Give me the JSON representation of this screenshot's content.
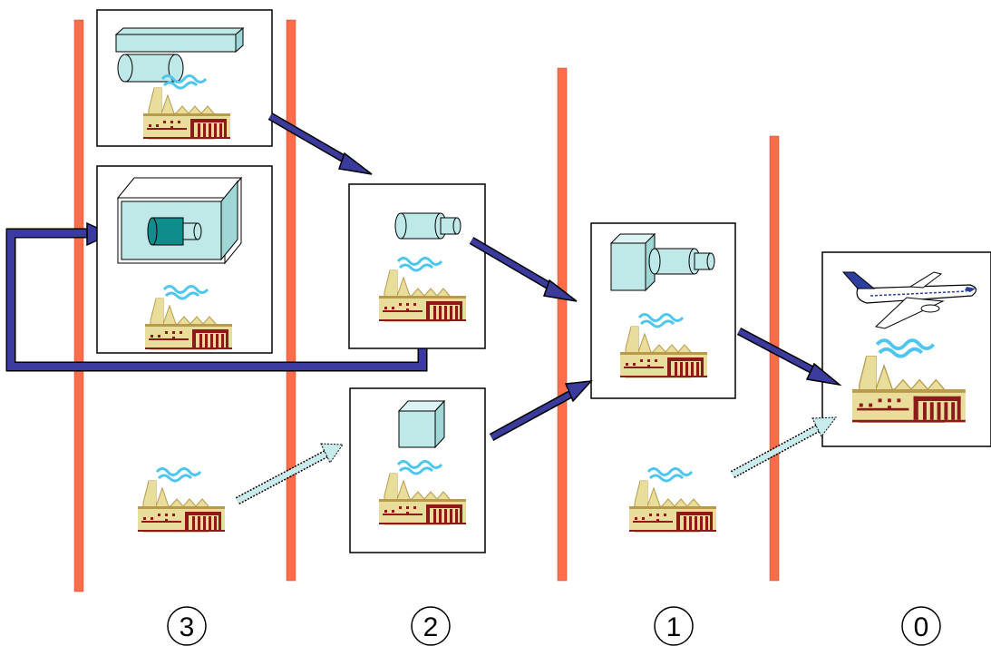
{
  "diagram": {
    "tiers": [
      {
        "id": "tier-3",
        "label": "3"
      },
      {
        "id": "tier-2",
        "label": "2"
      },
      {
        "id": "tier-1",
        "label": "1"
      },
      {
        "id": "tier-0",
        "label": "0"
      }
    ],
    "nodes": [
      {
        "id": "raw-materials-supplier",
        "tier": "3",
        "product": "bar-and-tube-stock-icon",
        "boxed": true
      },
      {
        "id": "machine-tool-supplier",
        "tier": "3",
        "product": "machine-housing-icon",
        "boxed": true
      },
      {
        "id": "shaft-supplier",
        "tier": "2",
        "product": "shaft-part-icon",
        "boxed": true
      },
      {
        "id": "block-supplier",
        "tier": "2",
        "product": "cube-part-icon",
        "boxed": true
      },
      {
        "id": "assembly-supplier",
        "tier": "1",
        "product": "motor-assembly-icon",
        "boxed": true
      },
      {
        "id": "aircraft-manufacturer",
        "tier": "0",
        "product": "airplane-icon",
        "boxed": true
      },
      {
        "id": "tier3-unboxed-factory",
        "tier": "3",
        "product": "factory-icon",
        "boxed": false
      },
      {
        "id": "tier1-unboxed-factory",
        "tier": "1",
        "product": "factory-icon",
        "boxed": false
      }
    ],
    "flows": [
      {
        "from": "raw-materials-supplier",
        "to": "shaft-supplier",
        "style": "solid"
      },
      {
        "from": "shaft-supplier",
        "to": "assembly-supplier",
        "style": "solid"
      },
      {
        "from": "shaft-supplier",
        "to": "machine-tool-supplier",
        "style": "solid-feedback"
      },
      {
        "from": "block-supplier",
        "to": "assembly-supplier",
        "style": "solid"
      },
      {
        "from": "assembly-supplier",
        "to": "aircraft-manufacturer",
        "style": "solid"
      },
      {
        "from": "tier3-unboxed-factory",
        "to": "block-supplier",
        "style": "dotted"
      },
      {
        "from": "tier1-unboxed-factory",
        "to": "aircraft-manufacturer",
        "style": "dotted"
      }
    ],
    "colors": {
      "tier_divider": "#FF6D4A",
      "solid_arrow": "#3B3B9E",
      "dotted_arrow": "#C8ECEC",
      "factory_body": "#E8DD9A",
      "factory_roof": "#B89A4A",
      "factory_detail": "#8B1A1A",
      "smoke": "#4FC6F0",
      "part_fill": "#BFE8E8",
      "part_dark": "#0F8C8C"
    }
  }
}
